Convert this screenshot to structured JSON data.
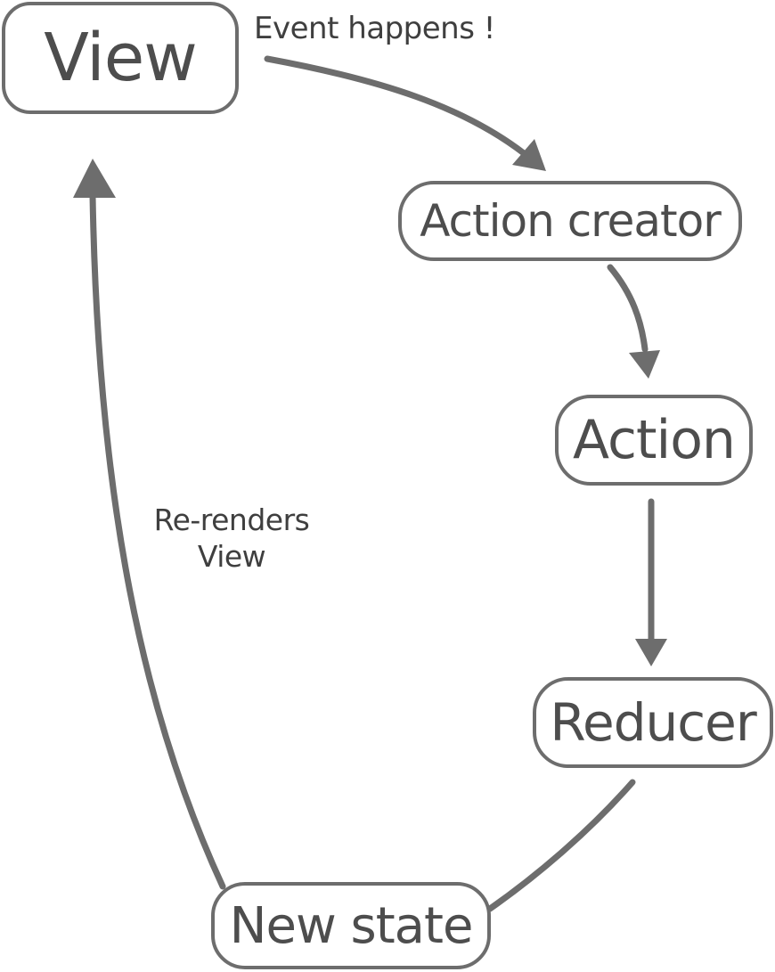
{
  "diagram": {
    "nodes": {
      "view": "View",
      "action_creator": "Action creator",
      "action": "Action",
      "reducer": "Reducer",
      "new_state": "New state"
    },
    "edge_labels": {
      "event": "Event happens !",
      "rerender_line1": "Re-renders",
      "rerender_line2": "View"
    },
    "edges": [
      {
        "from": "view",
        "to": "action_creator",
        "label": "Event happens !"
      },
      {
        "from": "action_creator",
        "to": "action"
      },
      {
        "from": "action",
        "to": "reducer"
      },
      {
        "from": "reducer",
        "to": "new_state"
      },
      {
        "from": "new_state",
        "to": "view",
        "label": "Re-renders View"
      }
    ],
    "colors": {
      "stroke": "#6d6d6d",
      "text": "#4d4d4d",
      "background": "#ffffff"
    }
  }
}
